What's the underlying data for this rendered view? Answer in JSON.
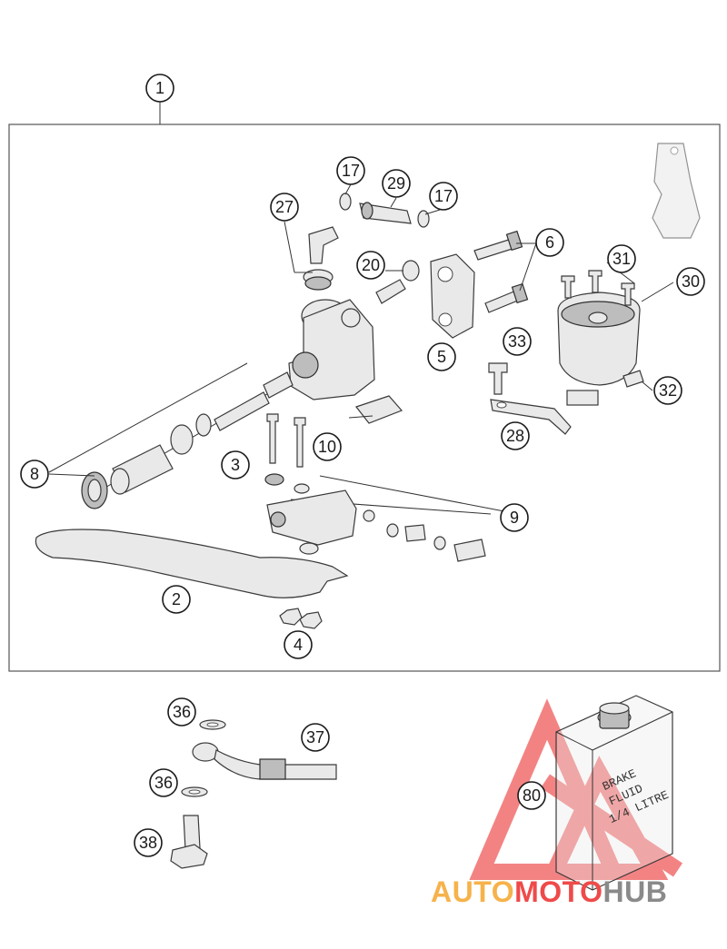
{
  "callouts": {
    "c1": "1",
    "c2": "2",
    "c3": "3",
    "c4": "4",
    "c5": "5",
    "c6": "6",
    "c8": "8",
    "c9": "9",
    "c10": "10",
    "c17a": "17",
    "c17b": "17",
    "c20": "20",
    "c27": "27",
    "c28": "28",
    "c29": "29",
    "c30": "30",
    "c31": "31",
    "c32": "32",
    "c33": "33",
    "c36a": "36",
    "c36b": "36",
    "c37": "37",
    "c38": "38",
    "c80": "80"
  },
  "can_label": {
    "line1": "BRAKE",
    "line2": "FLUID",
    "line3": "1/4 LITRE"
  },
  "watermark": {
    "part1": "AUTO",
    "part2": "MOTO",
    "part3": "HUB"
  },
  "colors": {
    "watermark_orange": "#f6b24b",
    "watermark_red": "#ef4a4a",
    "watermark_gray": "#8a8a8a",
    "logo_triangle": "#f05a5a"
  }
}
